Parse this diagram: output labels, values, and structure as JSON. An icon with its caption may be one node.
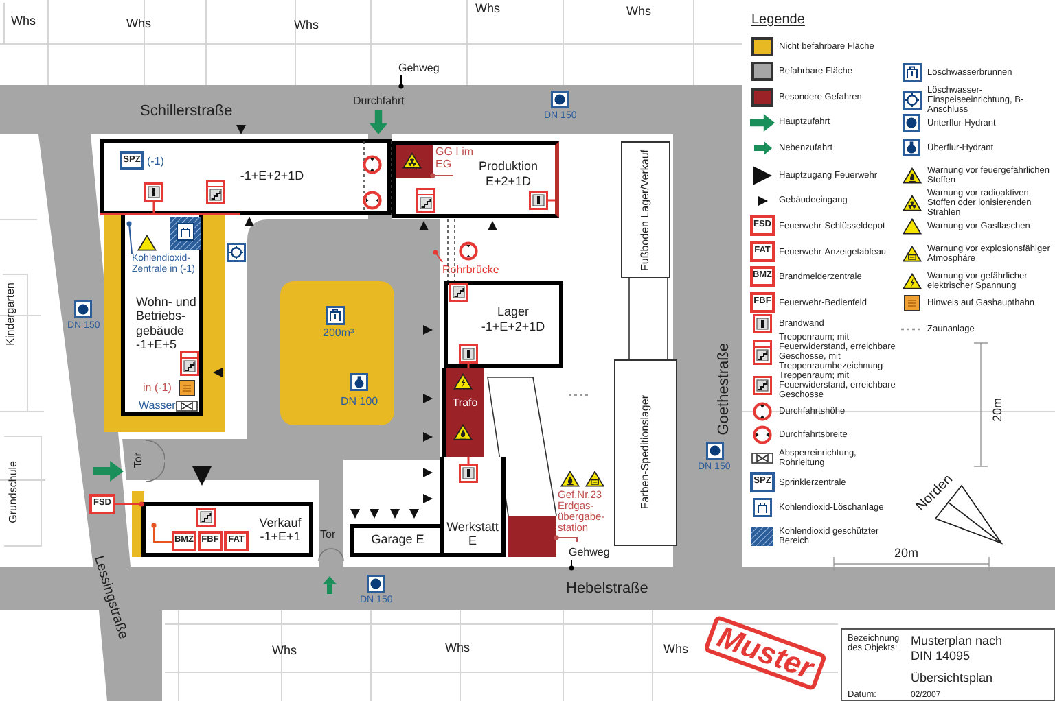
{
  "diagram": {
    "nodes": [
      {
        "text": [
          "-1+E+2+1D"
        ]
      },
      {
        "text": [
          "Produktion E+2+1D"
        ]
      },
      {
        "text": [],
        "shape": "box",
        "in": 1
      },
      {
        "text": [
          "GG I im EG"
        ],
        "in": 1
      },
      {
        "text": [
          "Wohn- und Betriebs-gebäude -1+E+5"
        ]
      },
      {
        "text": [
          "Kohlendioxid-Zentrale in (-1)"
        ],
        "in": 4
      },
      {
        "text": [
          "Lager -1+E+2+1D"
        ]
      },
      {
        "text": [
          "Trafo"
        ]
      },
      {
        "text": [],
        "shape": "box"
      },
      {
        "text": [
          "Garage E"
        ]
      },
      {
        "text": [
          "Werkstatt E"
        ]
      },
      {
        "text": [
          "Verkauf -1+E+1"
        ]
      },
      {
        "text": [
          "Fußboden Lager/Verkauf"
        ]
      },
      {
        "text": [
          "Farben-Speditionslager"
        ]
      },
      {
        "text": [],
        "shape": "box"
      },
      {
        "text": [
          "Gef.Nr.23 Erdgas-übergabe-station"
        ]
      },
      {
        "text": [
          "Gehweg"
        ]
      },
      {
        "text": [
          "Gehweg"
        ]
      },
      {
        "text": [
          "Rohrbrücke"
        ]
      },
      {
        "text": [
          "FSD"
        ]
      },
      {
        "text": [
          "BMZ"
        ],
        "in": 11
      },
      {
        "text": [
          "Bezeichnung des Objekts:",
          "Musterplan nach DIN 14095",
          "Übersichtsplan",
          "Datum:",
          "02/2007"
        ]
      },
      {
        "text": [
          "SPZ"
        ],
        "in": 0,
        "beside": [
          "(-1)"
        ]
      },
      {
        "text": [
          "FBF"
        ],
        "in": 11
      },
      {
        "text": [
          "FAT"
        ],
        "in": 11
      },
      {
        "text": [
          "FSD"
        ]
      },
      {
        "text": [
          "FAT"
        ]
      },
      {
        "text": [
          "BMZ"
        ]
      },
      {
        "text": [
          "FBF"
        ]
      },
      {
        "text": [
          "SPZ"
        ]
      }
    ],
    "edges": [
      {
        "from": 16,
        "to": null,
        "arrow": "other"
      },
      {
        "from": 17,
        "to": null,
        "arrow": "other"
      },
      {
        "from": 3,
        "to": 2,
        "arrow": "other",
        "color": "#c0504d"
      },
      {
        "from": 19,
        "to": 11,
        "arrow": "other",
        "color": "#e53935"
      },
      {
        "from": 18,
        "to": null,
        "arrow": "other",
        "color": "#e53935"
      },
      {
        "from": 15,
        "to": 14,
        "arrow": "other",
        "color": "#c0504d"
      },
      {
        "from": 5,
        "to": null,
        "arrow": "other",
        "color": "#2b5d9b"
      },
      {
        "from": 20,
        "to": null,
        "arrow": "other",
        "color": "#e8541e"
      }
    ],
    "labels": [
      "Whs",
      "Whs",
      "Whs",
      "Whs",
      "Whs",
      "Schillerstraße",
      "Durchfahrt",
      "DN 150",
      "DN 150",
      "Kindergarten",
      "200m³",
      "DN 100",
      "in (-1)",
      "Wasser",
      "Tor",
      "Grundschule",
      "Goethestraße",
      "DN 150",
      "Tor",
      "Lessingstraße",
      "20m",
      "Norden",
      "20m",
      "Hebelstraße",
      "DN 150",
      "Whs",
      "Whs",
      "Whs",
      "Muster",
      "Legende"
    ],
    "legend": [
      {
        "text": "Nicht befahrbare Fläche",
        "color": "#e8b923"
      },
      {
        "text": "Befahrbare Fläche",
        "color": "#a6a6a6"
      },
      {
        "text": "Besondere Gefahren",
        "color": "#9b2226"
      },
      {
        "text": "Hauptzufahrt"
      },
      {
        "text": "Nebenzufahrt"
      },
      {
        "text": "Hauptzugang Feuerwehr"
      },
      {
        "text": "Gebäudeeingang"
      },
      {
        "text": "Feuerwehr-Schlüsseldepot"
      },
      {
        "text": "Feuerwehr-Anzeigetableau"
      },
      {
        "text": "Brandmelderzentrale"
      },
      {
        "text": "Feuerwehr-Bedienfeld"
      },
      {
        "text": "Brandwand"
      },
      {
        "text": "Treppenraum; mit Feuerwiderstand, erreichbare Geschosse, mit Treppenraumbezeichnung"
      },
      {
        "text": "Treppenraum; mit Feuerwiderstand, erreichbare Geschosse"
      },
      {
        "text": "Durchfahrtshöhe"
      },
      {
        "text": "Durchfahrtsbreite"
      },
      {
        "text": "Absperreinrichtung, Rohrleitung"
      },
      {
        "text": "Sprinklerzentrale"
      },
      {
        "text": "Kohlendioxid-Löschanlage"
      },
      {
        "text": "Kohlendioxid geschützter Bereich"
      },
      {
        "text": "Löschwasserbrunnen"
      },
      {
        "text": "Löschwasser-Einspeiseeinrichtung, B-Anschluss"
      },
      {
        "text": "Unterflur-Hydrant"
      },
      {
        "text": "Überflur-Hydrant"
      },
      {
        "text": "Warnung vor feuergefährlichen Stoffen"
      },
      {
        "text": "Warnung vor radioaktiven Stoffen oder ionisierenden Strahlen"
      },
      {
        "text": "Warnung vor Gasflaschen"
      },
      {
        "text": "Warnung vor explosionsfähiger Atmosphäre"
      },
      {
        "text": "Warnung vor gefährlicher elektrischer Spannung"
      },
      {
        "text": "Hinweis auf Gashaupthahn"
      },
      {
        "text": "Zaunanlage"
      }
    ]
  }
}
